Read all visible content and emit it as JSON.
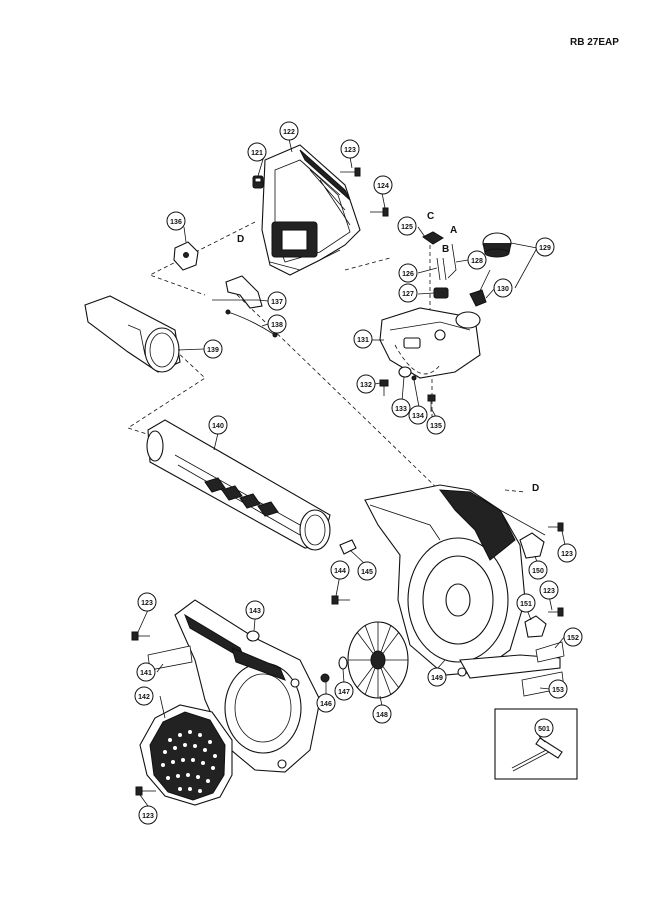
{
  "model_code": "RB 27EAP",
  "letters": {
    "C": "C",
    "A": "A",
    "B": "B",
    "D_top": "D",
    "D_right": "D"
  },
  "callouts": {
    "c121": "121",
    "c122": "122",
    "c123a": "123",
    "c124": "124",
    "c125": "125",
    "c126": "126",
    "c127": "127",
    "c128": "128",
    "c129": "129",
    "c130": "130",
    "c131": "131",
    "c132": "132",
    "c133": "133",
    "c134": "134",
    "c135": "135",
    "c136": "136",
    "c137": "137",
    "c138": "138",
    "c139": "139",
    "c140": "140",
    "c123b": "123",
    "c144": "144",
    "c145": "145",
    "c150": "150",
    "c123c": "123",
    "c151": "151",
    "c152": "152",
    "c153": "153",
    "c123d": "123",
    "c143": "143",
    "c141": "141",
    "c142": "142",
    "c147": "147",
    "c146": "146",
    "c148": "148",
    "c149": "149",
    "c123e": "123",
    "c501": "501"
  }
}
